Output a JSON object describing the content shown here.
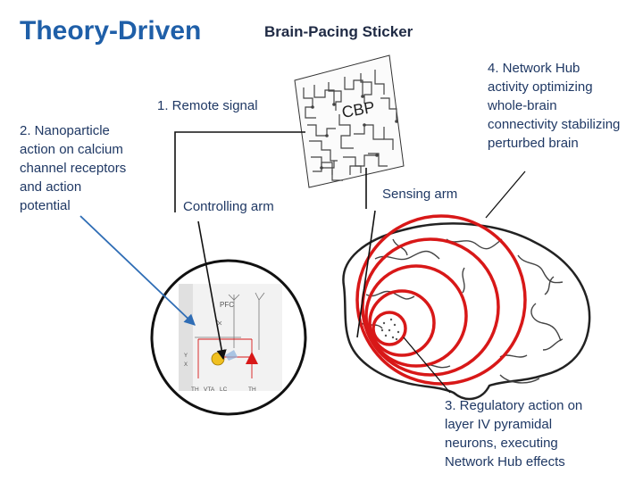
{
  "title": "Theory-Driven",
  "subtitle": "Brain-Pacing Sticker",
  "labels": {
    "remote_signal": "1. Remote signal",
    "nanoparticle": "2. Nanoparticle\naction on calcium\nchannel receptors\nand action\npotential",
    "controlling_arm": "Controlling arm",
    "sensing_arm": "Sensing arm",
    "network_hub": "4. Network Hub\nactivity optimizing\nwhole-brain\nconnectivity stabilizing\nperturbed brain",
    "regulatory": "3. Regulatory action on\nlayer IV pyramidal\nneurons, executing\nNetwork Hub effects"
  },
  "sticker": {
    "label": "CBP"
  },
  "inset": {
    "pfc_label": "PFC",
    "bottom_labels": [
      "TH",
      "VTA",
      "LC",
      "TH"
    ],
    "side_labels": [
      "Y",
      "X"
    ]
  },
  "colors": {
    "title": "#1f5fa8",
    "text": "#1f3864",
    "waves": "#d81818",
    "arrow": "#2f6db5"
  }
}
